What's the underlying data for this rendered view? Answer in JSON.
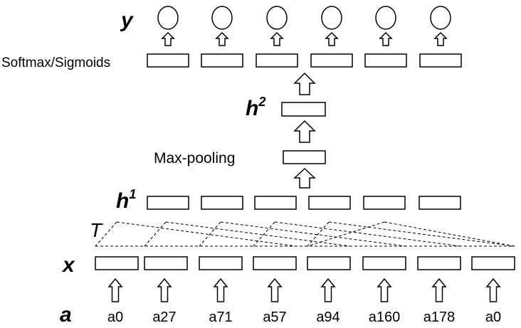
{
  "labels": {
    "y": "y",
    "softmax": "Softmax/Sigmoids",
    "h2": "h",
    "h2_sup": "2",
    "maxpool": "Max-pooling",
    "h1": "h",
    "h1_sup": "1",
    "T": "T",
    "x": "x",
    "a": "a"
  },
  "tokens": [
    "a0",
    "a27",
    "a71",
    "a57",
    "a94",
    "a160",
    "a178",
    "a0"
  ],
  "output_count": 6,
  "hidden1_count": 6
}
